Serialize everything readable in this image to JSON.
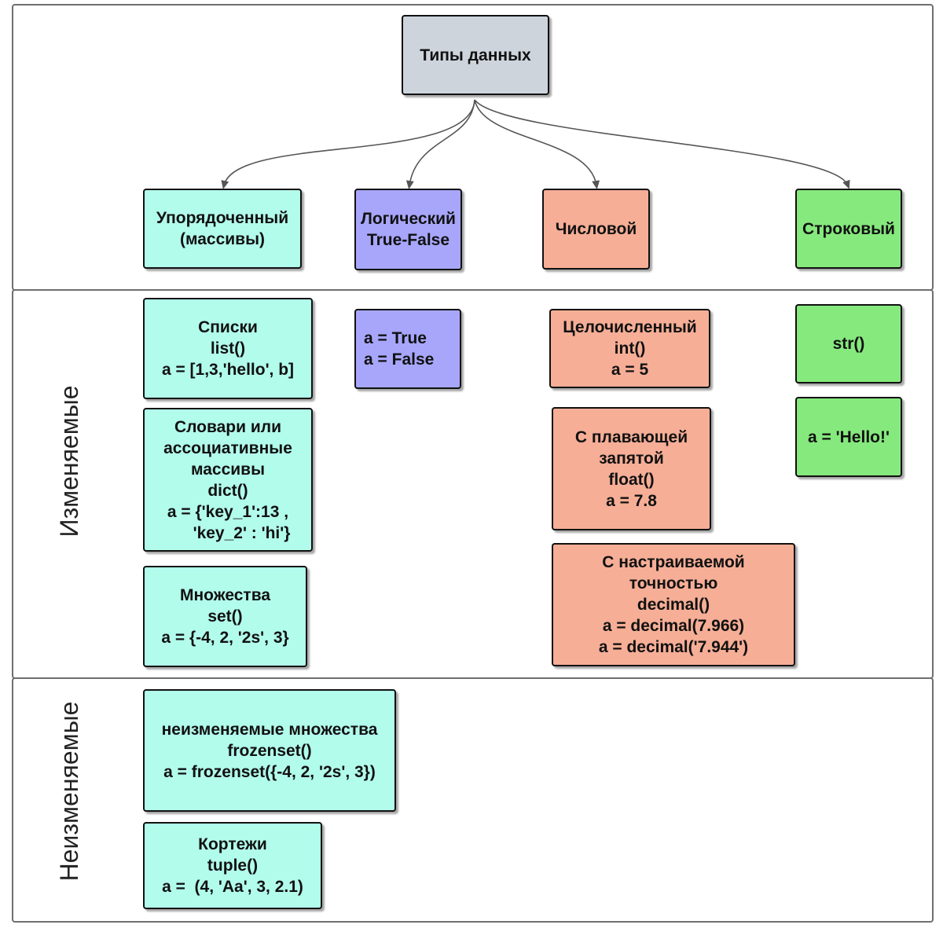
{
  "colors": {
    "root": "#ced4dc",
    "ordered": "#b2fcec",
    "logical": "#a7a6fb",
    "numeric": "#f6ae96",
    "string": "#86e97d",
    "frame": "#6f6f6f"
  },
  "root": {
    "label": "Типы данных"
  },
  "categories": {
    "ordered": {
      "lines": [
        "Упорядоченный",
        "(массивы)"
      ]
    },
    "logical": {
      "lines": [
        "Логический",
        "True-False"
      ]
    },
    "numeric": {
      "lines": [
        "Числовой"
      ]
    },
    "string": {
      "lines": [
        "Строковый"
      ]
    }
  },
  "sections": {
    "mutable": {
      "label": "Изменяемые"
    },
    "immutable": {
      "label": "Неизменяемые"
    }
  },
  "mutable": {
    "lists": {
      "lines": [
        "Списки",
        "list()",
        "a = [1,3,'hello', b]"
      ]
    },
    "dicts": {
      "lines": [
        "Словари или",
        "ассоциативные",
        "массивы",
        "dict()",
        "a = {'key_1':13 ,",
        "      'key_2' : 'hi'}"
      ]
    },
    "sets": {
      "lines": [
        "Множества",
        "set()",
        "a = {-4, 2, '2s', 3}"
      ]
    },
    "bool": {
      "lines": [
        "a = True",
        "a = False"
      ]
    },
    "int": {
      "lines": [
        "Целочисленный",
        "int()",
        "a = 5"
      ]
    },
    "float": {
      "lines": [
        "С плавающей",
        "запятой",
        "float()",
        "a = 7.8"
      ]
    },
    "decimal": {
      "lines": [
        "С настраиваемой",
        "точностью",
        "decimal()",
        "a = decimal(7.966)",
        "a = decimal('7.944')"
      ]
    },
    "str": {
      "lines": [
        "str()"
      ]
    },
    "str_example": {
      "lines": [
        "a = 'Hello!'"
      ]
    }
  },
  "immutable": {
    "frozenset": {
      "lines": [
        "неизменяемые множества",
        "frozenset()",
        "a = frozenset({-4, 2, '2s', 3})"
      ]
    },
    "tuple": {
      "lines": [
        "Кортежи",
        "tuple()",
        "a =  (4, 'Aa', 3, 2.1)"
      ]
    }
  }
}
